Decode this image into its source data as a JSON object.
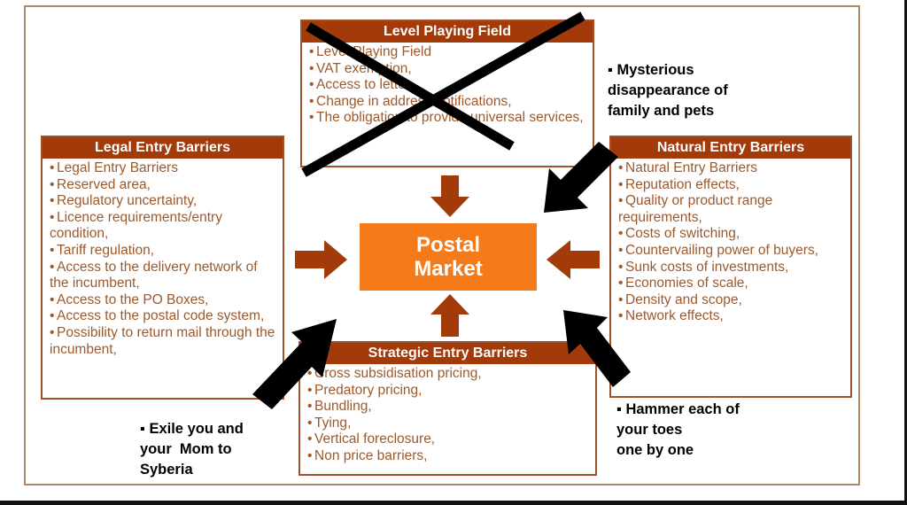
{
  "center": {
    "line1": "Postal",
    "line2": "Market"
  },
  "boxes": {
    "top": {
      "title": "Level Playing Field",
      "items": [
        "Level Playing Field",
        "VAT exemption,",
        "Access to letter",
        "Change in address notifications,",
        "The obligation to provide universal services,"
      ]
    },
    "left": {
      "title": "Legal Entry Barriers",
      "items": [
        "Legal Entry Barriers",
        "Reserved area,",
        "Regulatory uncertainty,",
        "Licence requirements/entry condition,",
        "Tariff regulation,",
        "Access to the delivery network of the incumbent,",
        "Access to the PO Boxes,",
        "Access to the postal code system,",
        "Possibility to return mail through the incumbent,"
      ]
    },
    "right": {
      "title": "Natural Entry Barriers",
      "items": [
        "Natural Entry Barriers",
        "Reputation effects,",
        "Quality or product range requirements,",
        "Costs of switching,",
        "Countervailing power of buyers,",
        "Sunk costs of investments,",
        "Economies of scale,",
        "Density and scope,",
        "Network effects,"
      ]
    },
    "bottom": {
      "title": "Strategic Entry Barriers",
      "items": [
        "Cross subsidisation pricing,",
        "Predatory pricing,",
        "Bundling,",
        "Tying,",
        "Vertical foreclosure,",
        "Non price barriers,"
      ]
    }
  },
  "notes": {
    "top_right": [
      "Mysterious",
      "disappearance of",
      "family and pets"
    ],
    "bottom_left": [
      "Exile you and",
      "your  Mom to",
      "Syberia"
    ],
    "bottom_right": [
      "Hammer each of",
      "your toes",
      "one by one"
    ]
  },
  "bullet": "•",
  "note_bullet": "▪",
  "colors": {
    "header": "#a33a0a",
    "text": "#9c5a2c",
    "market": "#f47a1a",
    "arrow": "#a33a0a",
    "overlay": "#000000"
  }
}
